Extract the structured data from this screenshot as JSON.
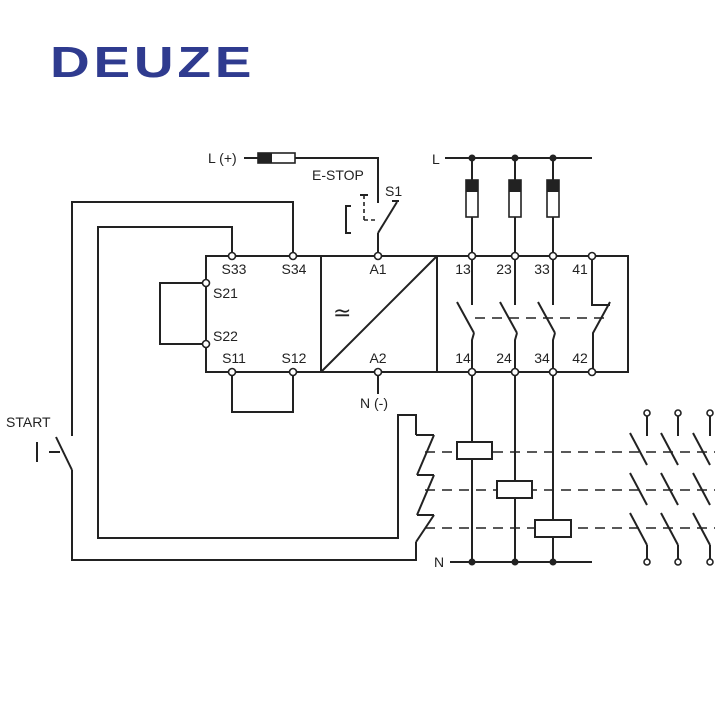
{
  "logo": "DEUZE",
  "labels": {
    "l_plus": "L (+)",
    "estop": "E-STOP",
    "s1": "S1",
    "start": "START",
    "n_minus": "N (-)",
    "l": "L",
    "n": "N",
    "tilde": "≃"
  },
  "terminals": {
    "s33": "S33",
    "s34": "S34",
    "s21": "S21",
    "s22": "S22",
    "s11": "S11",
    "s12": "S12",
    "a1": "A1",
    "a2": "A2",
    "t13": "13",
    "t23": "23",
    "t33": "33",
    "t41": "41",
    "t14": "14",
    "t24": "24",
    "t34": "34",
    "t42": "42"
  },
  "colors": {
    "brand": "#2f3b8f",
    "line": "#222222"
  }
}
